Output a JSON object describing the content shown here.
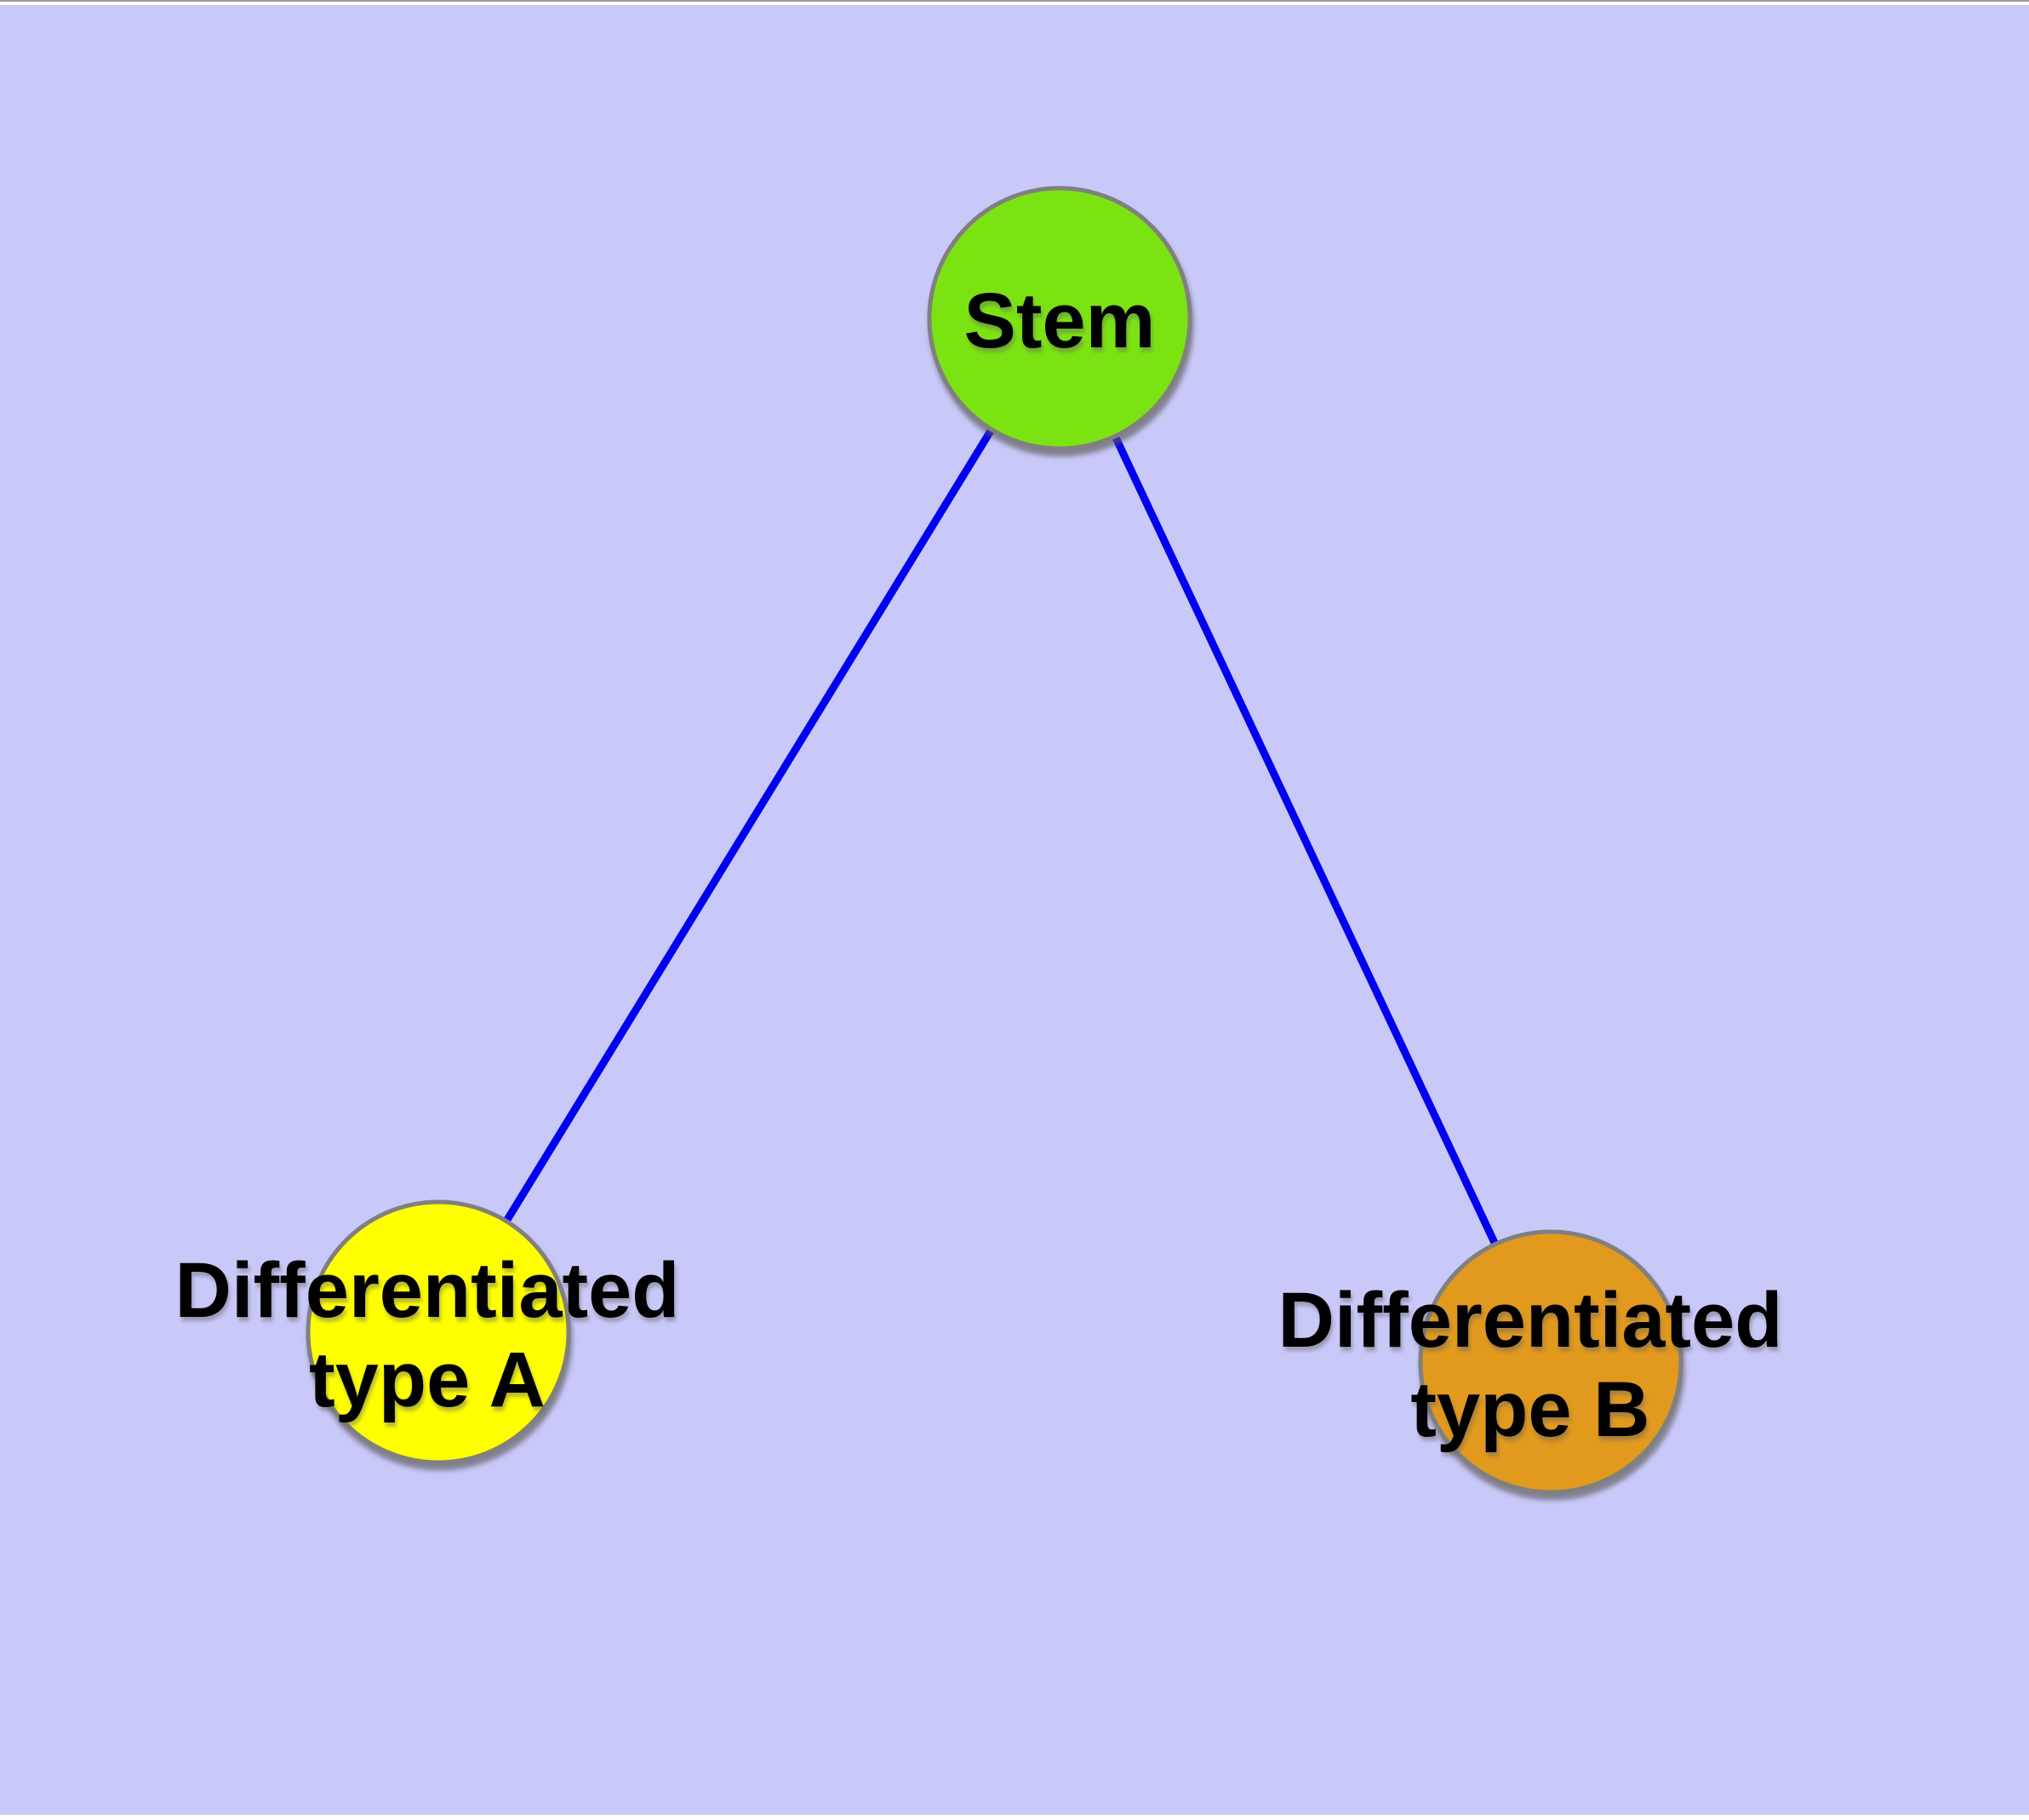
{
  "canvas": {
    "background_color": "#c9c9f9",
    "frame_color": "#ffffff"
  },
  "graph": {
    "edge_color": "#0000f0",
    "node_border_color": "#808080",
    "label_color": "#000000",
    "nodes": [
      {
        "id": "stem",
        "label": "Stem",
        "fill": "#7ce312",
        "shape": "circle"
      },
      {
        "id": "differentiated-type-a",
        "label_line1": "Differentiated",
        "label_line2": "type A",
        "fill": "#ffff00",
        "shape": "circle"
      },
      {
        "id": "differentiated-type-b",
        "label_line1": "Differentiated",
        "label_line2": "type B",
        "fill": "#e1991e",
        "shape": "circle"
      }
    ],
    "edges": [
      {
        "from": "stem",
        "to": "differentiated-type-a"
      },
      {
        "from": "stem",
        "to": "differentiated-type-b"
      }
    ]
  }
}
